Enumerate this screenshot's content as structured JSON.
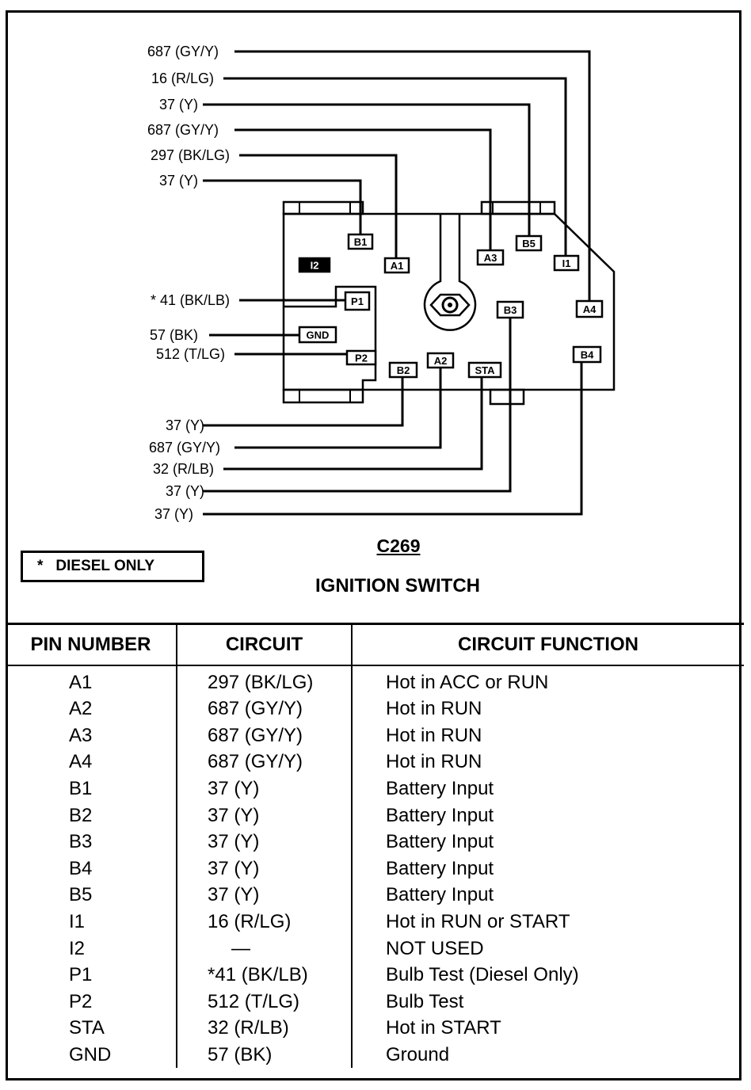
{
  "diagram": {
    "wire_labels_top": [
      {
        "id": "w-a4",
        "text": "687 (GY/Y)",
        "pin": "A4"
      },
      {
        "id": "w-i1",
        "text": "16 (R/LG)",
        "pin": "I1"
      },
      {
        "id": "w-b5",
        "text": "37 (Y)",
        "pin": "B5"
      },
      {
        "id": "w-a3",
        "text": "687 (GY/Y)",
        "pin": "A3"
      },
      {
        "id": "w-a1",
        "text": "297 (BK/LG)",
        "pin": "A1"
      },
      {
        "id": "w-b1",
        "text": "37 (Y)",
        "pin": "B1"
      }
    ],
    "wire_labels_left": [
      {
        "id": "w-p1",
        "text": "* 41 (BK/LB)",
        "pin": "P1"
      },
      {
        "id": "w-gnd",
        "text": "57 (BK)",
        "pin": "GND"
      },
      {
        "id": "w-p2",
        "text": "512 (T/LG)",
        "pin": "P2"
      }
    ],
    "wire_labels_bottom": [
      {
        "id": "w-b2",
        "text": "37 (Y)",
        "pin": "B2"
      },
      {
        "id": "w-a2",
        "text": "687 (GY/Y)",
        "pin": "A2"
      },
      {
        "id": "w-sta",
        "text": "32 (R/LB)",
        "pin": "STA"
      },
      {
        "id": "w-b3",
        "text": "37 (Y)",
        "pin": "B3"
      },
      {
        "id": "w-b4",
        "text": "37 (Y)",
        "pin": "B4"
      }
    ],
    "pins": {
      "B1": "B1",
      "A1": "A1",
      "A3": "A3",
      "B5": "B5",
      "I1": "I1",
      "I2": "I2",
      "P1": "P1",
      "GND": "GND",
      "P2": "P2",
      "B2": "B2",
      "A2": "A2",
      "STA": "STA",
      "B3": "B3",
      "A4": "A4",
      "B4": "B4"
    }
  },
  "note": {
    "star": "*",
    "text": "DIESEL ONLY"
  },
  "connector": {
    "id": "C269",
    "name": "IGNITION SWITCH"
  },
  "table": {
    "headers": [
      "PIN NUMBER",
      "CIRCUIT",
      "CIRCUIT FUNCTION"
    ],
    "rows": [
      {
        "pin": "A1",
        "circuit": "297 (BK/LG)",
        "function": "Hot in ACC or RUN"
      },
      {
        "pin": "A2",
        "circuit": "687 (GY/Y)",
        "function": "Hot in RUN"
      },
      {
        "pin": "A3",
        "circuit": "687 (GY/Y)",
        "function": "Hot in RUN"
      },
      {
        "pin": "A4",
        "circuit": "687 (GY/Y)",
        "function": "Hot in RUN"
      },
      {
        "pin": "B1",
        "circuit": "37 (Y)",
        "function": "Battery Input"
      },
      {
        "pin": "B2",
        "circuit": "37 (Y)",
        "function": "Battery Input"
      },
      {
        "pin": "B3",
        "circuit": "37 (Y)",
        "function": "Battery Input"
      },
      {
        "pin": "B4",
        "circuit": "37 (Y)",
        "function": "Battery Input"
      },
      {
        "pin": "B5",
        "circuit": "37 (Y)",
        "function": "Battery Input"
      },
      {
        "pin": "I1",
        "circuit": "16 (R/LG)",
        "function": "Hot in RUN or START"
      },
      {
        "pin": "I2",
        "circuit": "—",
        "function": "NOT USED"
      },
      {
        "pin": "P1",
        "circuit": "*41 (BK/LB)",
        "function": "Bulb Test (Diesel Only)"
      },
      {
        "pin": "P2",
        "circuit": "512 (T/LG)",
        "function": "Bulb Test"
      },
      {
        "pin": "STA",
        "circuit": "32 (R/LB)",
        "function": "Hot in START"
      },
      {
        "pin": "GND",
        "circuit": "57 (BK)",
        "function": "Ground"
      }
    ]
  }
}
